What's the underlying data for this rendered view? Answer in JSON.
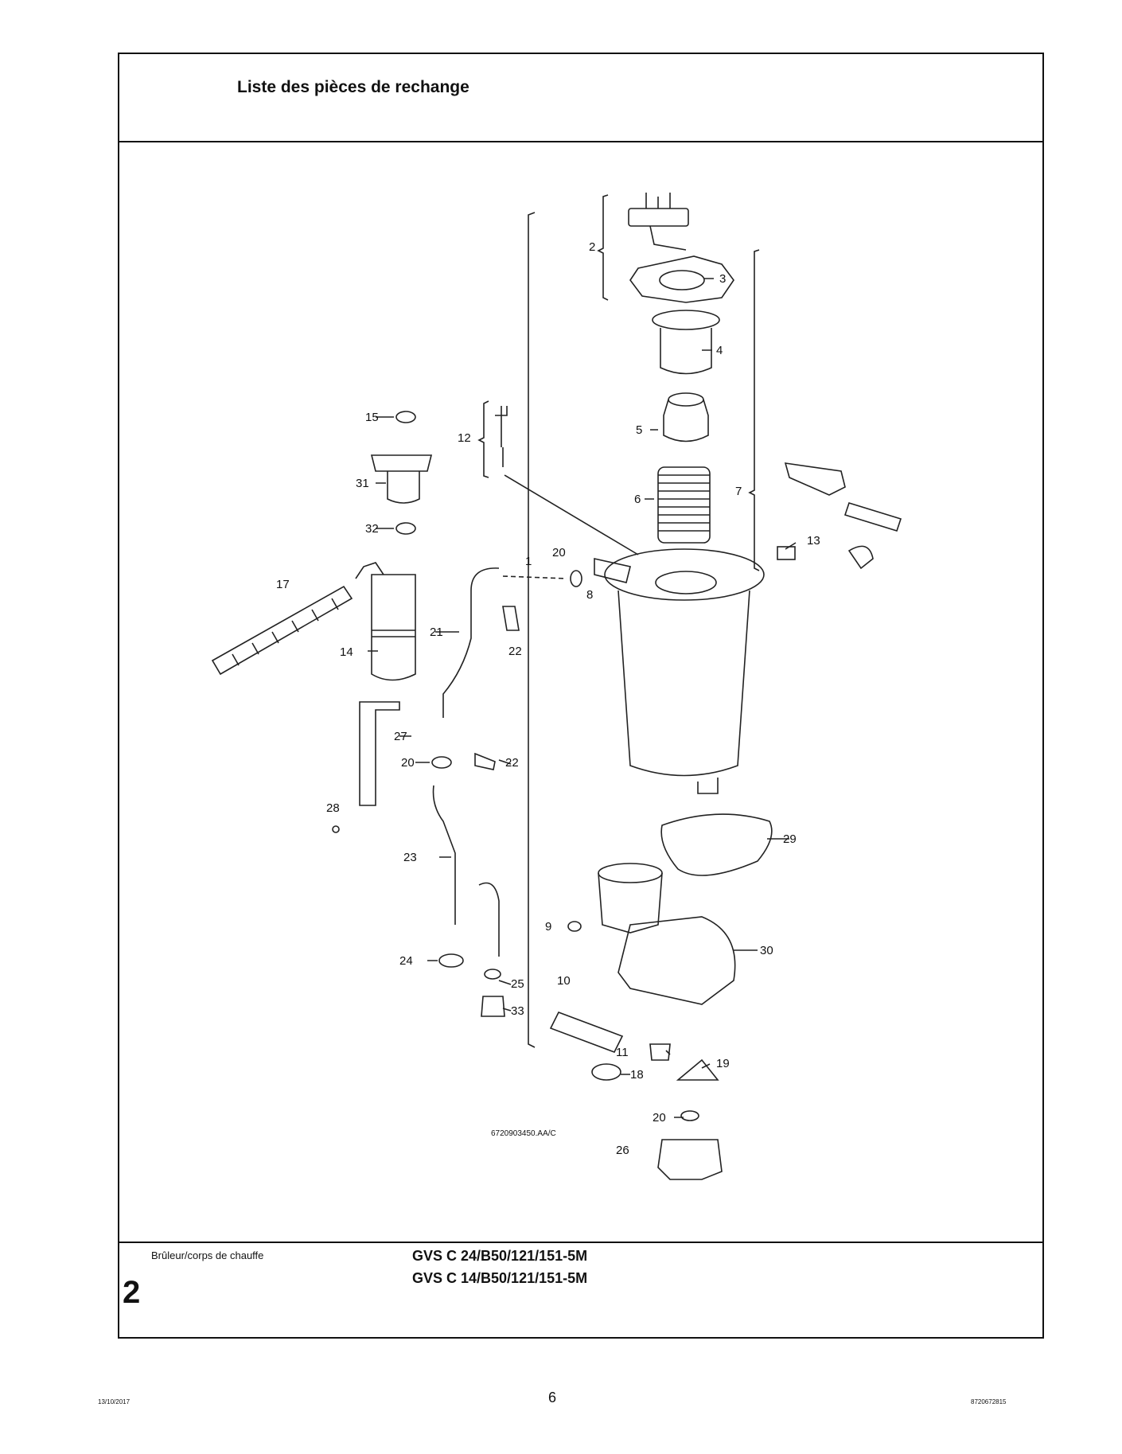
{
  "header": {
    "title": "Liste des pièces de rechange"
  },
  "diagram": {
    "code": "6720903450.AA/C",
    "callouts": [
      {
        "id": "c1",
        "label": "1"
      },
      {
        "id": "c2",
        "label": "2"
      },
      {
        "id": "c3",
        "label": "3"
      },
      {
        "id": "c4",
        "label": "4"
      },
      {
        "id": "c5",
        "label": "5"
      },
      {
        "id": "c6",
        "label": "6"
      },
      {
        "id": "c7",
        "label": "7"
      },
      {
        "id": "c8",
        "label": "8"
      },
      {
        "id": "c9",
        "label": "9"
      },
      {
        "id": "c10",
        "label": "10"
      },
      {
        "id": "c11",
        "label": "11"
      },
      {
        "id": "c12",
        "label": "12"
      },
      {
        "id": "c13",
        "label": "13"
      },
      {
        "id": "c14",
        "label": "14"
      },
      {
        "id": "c15",
        "label": "15"
      },
      {
        "id": "c17",
        "label": "17"
      },
      {
        "id": "c18",
        "label": "18"
      },
      {
        "id": "c19",
        "label": "19"
      },
      {
        "id": "c20a",
        "label": "20"
      },
      {
        "id": "c20b",
        "label": "20"
      },
      {
        "id": "c20c",
        "label": "20"
      },
      {
        "id": "c21",
        "label": "21"
      },
      {
        "id": "c22a",
        "label": "22"
      },
      {
        "id": "c22b",
        "label": "22"
      },
      {
        "id": "c23",
        "label": "23"
      },
      {
        "id": "c24",
        "label": "24"
      },
      {
        "id": "c25",
        "label": "25"
      },
      {
        "id": "c26",
        "label": "26"
      },
      {
        "id": "c27",
        "label": "27"
      },
      {
        "id": "c28",
        "label": "28"
      },
      {
        "id": "c29",
        "label": "29"
      },
      {
        "id": "c30",
        "label": "30"
      },
      {
        "id": "c31",
        "label": "31"
      },
      {
        "id": "c32",
        "label": "32"
      },
      {
        "id": "c33",
        "label": "33"
      }
    ]
  },
  "footer": {
    "section_label": "Brûleur/corps de chauffe",
    "section_number": "2",
    "models": [
      "GVS C 24/B50/121/151-5M",
      "GVS C 14/B50/121/151-5M"
    ]
  },
  "page_footer": {
    "date": "13/10/2017",
    "page": "6",
    "doc_code": "8720672815"
  }
}
